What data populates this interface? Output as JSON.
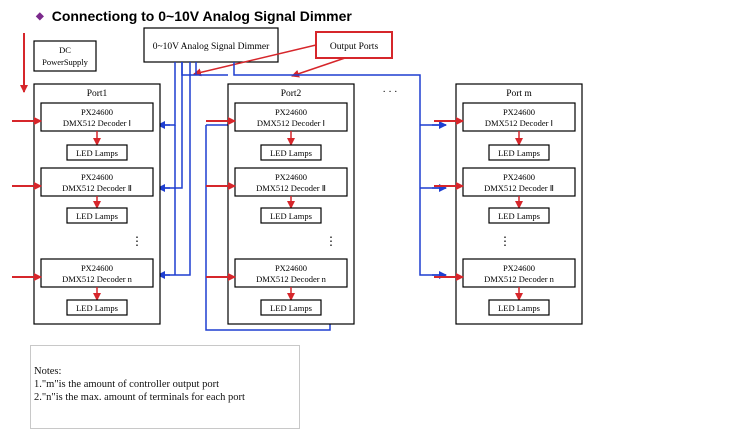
{
  "heading": "Connectiong to 0~10V Analog Signal Dimmer",
  "dimmer_label": "0~10V Analog Signal Dimmer",
  "output_ports_label": "Output Ports",
  "power_supply": {
    "line1": "DC",
    "line2": "PowerSupply"
  },
  "ellipsis_between_ports": "· · ·",
  "vertical_dots": "⋮",
  "led_lamps_label": "LED Lamps",
  "decoder_model": "PX24600",
  "ports": [
    {
      "title": "Port1",
      "decoders": [
        "DMX512 Decoder Ⅰ",
        "DMX512 Decoder Ⅱ",
        "DMX512 Decoder n"
      ]
    },
    {
      "title": "Port2",
      "decoders": [
        "DMX512 Decoder Ⅰ",
        "DMX512 Decoder Ⅱ",
        "DMX512 Decoder n"
      ]
    },
    {
      "title": "Port m",
      "decoders": [
        "DMX512 Decoder Ⅰ",
        "DMX512 Decoder Ⅱ",
        "DMX512 Decoder n"
      ]
    }
  ],
  "notes": {
    "title": "Notes:",
    "items": [
      "1.\"m\"is the amount of controller output port",
      "2.\"n\"is the max. amount of terminals for each port"
    ]
  },
  "colors": {
    "signal_line": "#1f3fd1",
    "power_arrow": "#d6262b",
    "box_border": "#000000"
  }
}
